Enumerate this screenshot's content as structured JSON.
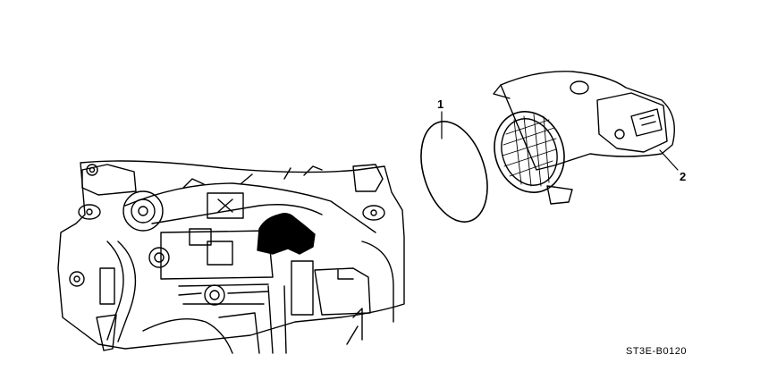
{
  "diagram": {
    "code": "ST3E-B0120",
    "callouts": [
      {
        "number": "1",
        "part": "o-ring"
      },
      {
        "number": "2",
        "part": "air-flow-meter"
      }
    ],
    "highlight_color": "#000000",
    "line_color": "#000000",
    "background": "#ffffff"
  }
}
